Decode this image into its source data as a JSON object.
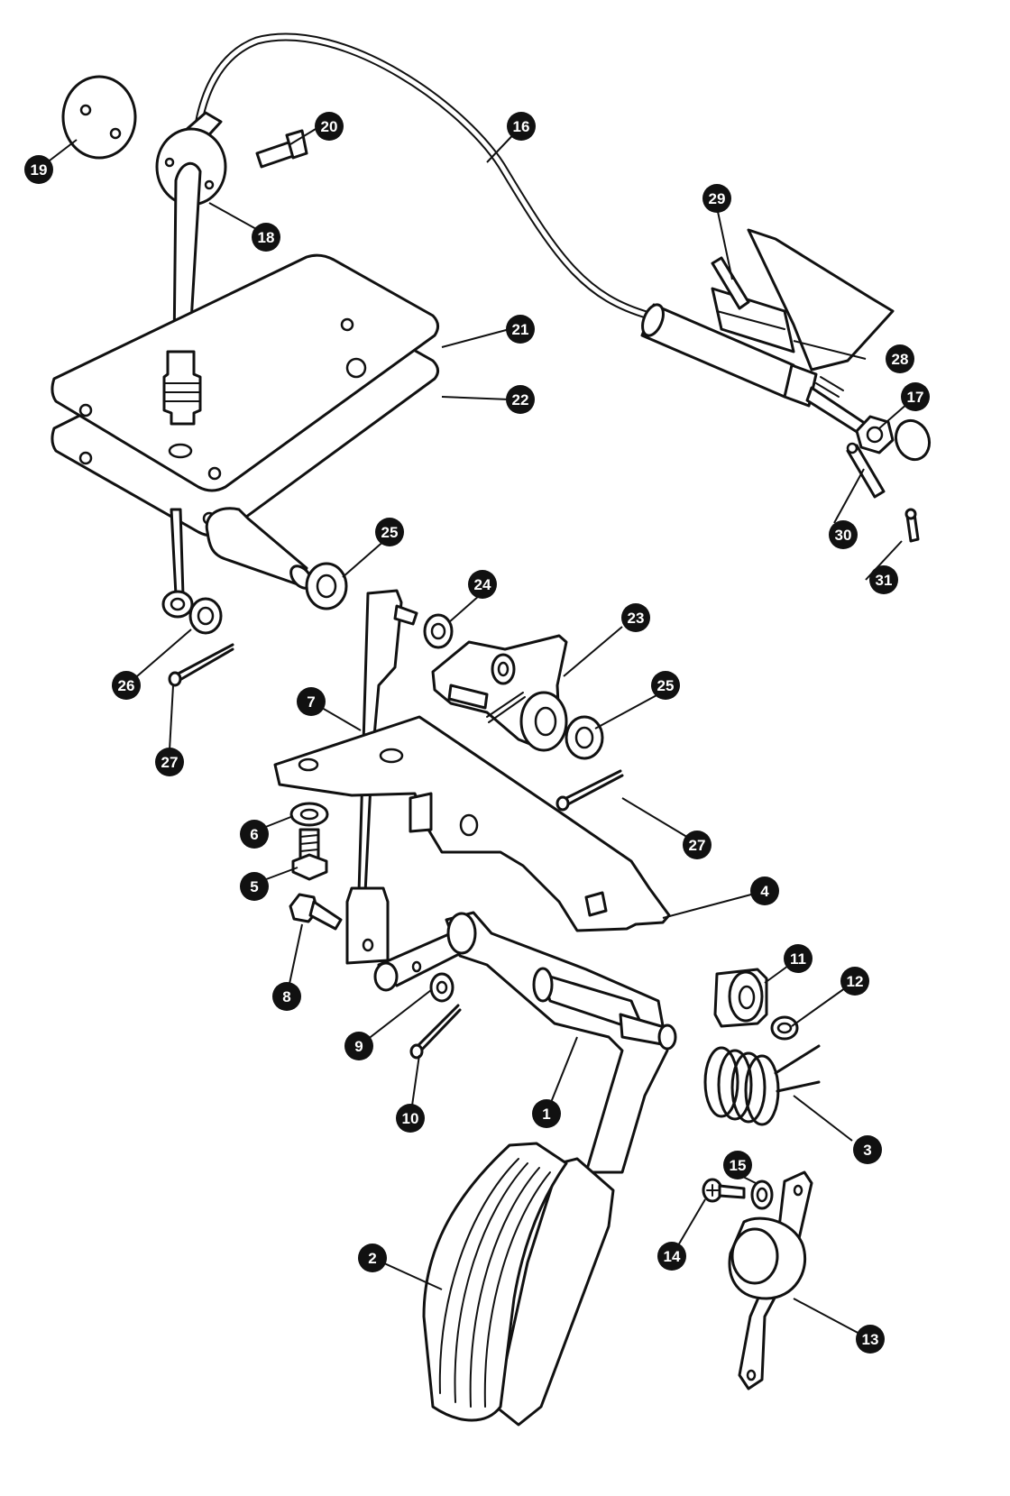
{
  "diagram": {
    "type": "exploded-parts-view",
    "callouts": [
      {
        "id": "c1",
        "label": "1"
      },
      {
        "id": "c2",
        "label": "2"
      },
      {
        "id": "c3",
        "label": "3"
      },
      {
        "id": "c4",
        "label": "4"
      },
      {
        "id": "c5",
        "label": "5"
      },
      {
        "id": "c6",
        "label": "6"
      },
      {
        "id": "c7",
        "label": "7"
      },
      {
        "id": "c8",
        "label": "8"
      },
      {
        "id": "c9",
        "label": "9"
      },
      {
        "id": "c10",
        "label": "10"
      },
      {
        "id": "c11",
        "label": "11"
      },
      {
        "id": "c12",
        "label": "12"
      },
      {
        "id": "c13",
        "label": "13"
      },
      {
        "id": "c14",
        "label": "14"
      },
      {
        "id": "c15",
        "label": "15"
      },
      {
        "id": "c16",
        "label": "16"
      },
      {
        "id": "c17",
        "label": "17"
      },
      {
        "id": "c18",
        "label": "18"
      },
      {
        "id": "c19",
        "label": "19"
      },
      {
        "id": "c20",
        "label": "20"
      },
      {
        "id": "c21",
        "label": "21"
      },
      {
        "id": "c22",
        "label": "22"
      },
      {
        "id": "c23",
        "label": "23"
      },
      {
        "id": "c24",
        "label": "24"
      },
      {
        "id": "c25a",
        "label": "25"
      },
      {
        "id": "c25b",
        "label": "25"
      },
      {
        "id": "c26",
        "label": "26"
      },
      {
        "id": "c27a",
        "label": "27"
      },
      {
        "id": "c27b",
        "label": "27"
      },
      {
        "id": "c28",
        "label": "28"
      },
      {
        "id": "c29",
        "label": "29"
      },
      {
        "id": "c30",
        "label": "30"
      },
      {
        "id": "c31",
        "label": "31"
      }
    ]
  }
}
